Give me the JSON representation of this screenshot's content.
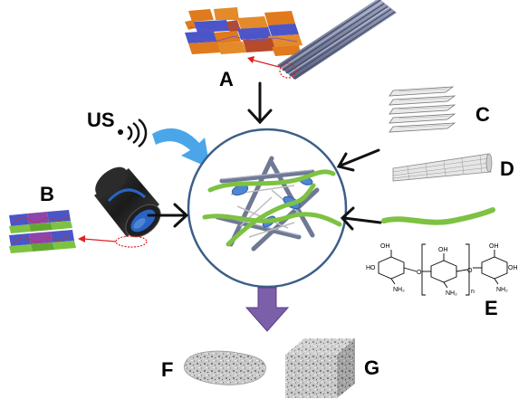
{
  "labels": {
    "a": "A",
    "b": "B",
    "c": "C",
    "d": "D",
    "e": "E",
    "f": "F",
    "g": "G",
    "us": "US"
  },
  "chitosan_formula": {
    "oh_1": "OH",
    "oh_2": "OH",
    "oh_3": "OH",
    "ho": "HO",
    "oh_end": "OH",
    "nh2_1": "NH₂",
    "nh2_2": "NH₂",
    "nh2_3": "NH₂",
    "o_link_1": "O",
    "o_link_2": "O",
    "subscript_n": "n"
  },
  "colors": {
    "circle_border": "#3a5f88",
    "arrow": "#111111",
    "red_highlight": "#e02020",
    "ultrasound_arrow": "#4aa6e8",
    "down_arrow": "#7b5fa8",
    "green_fiber": "#7dc242",
    "nanotube_body": "#6f7994",
    "halloysite_blue": "#2a63c4"
  }
}
